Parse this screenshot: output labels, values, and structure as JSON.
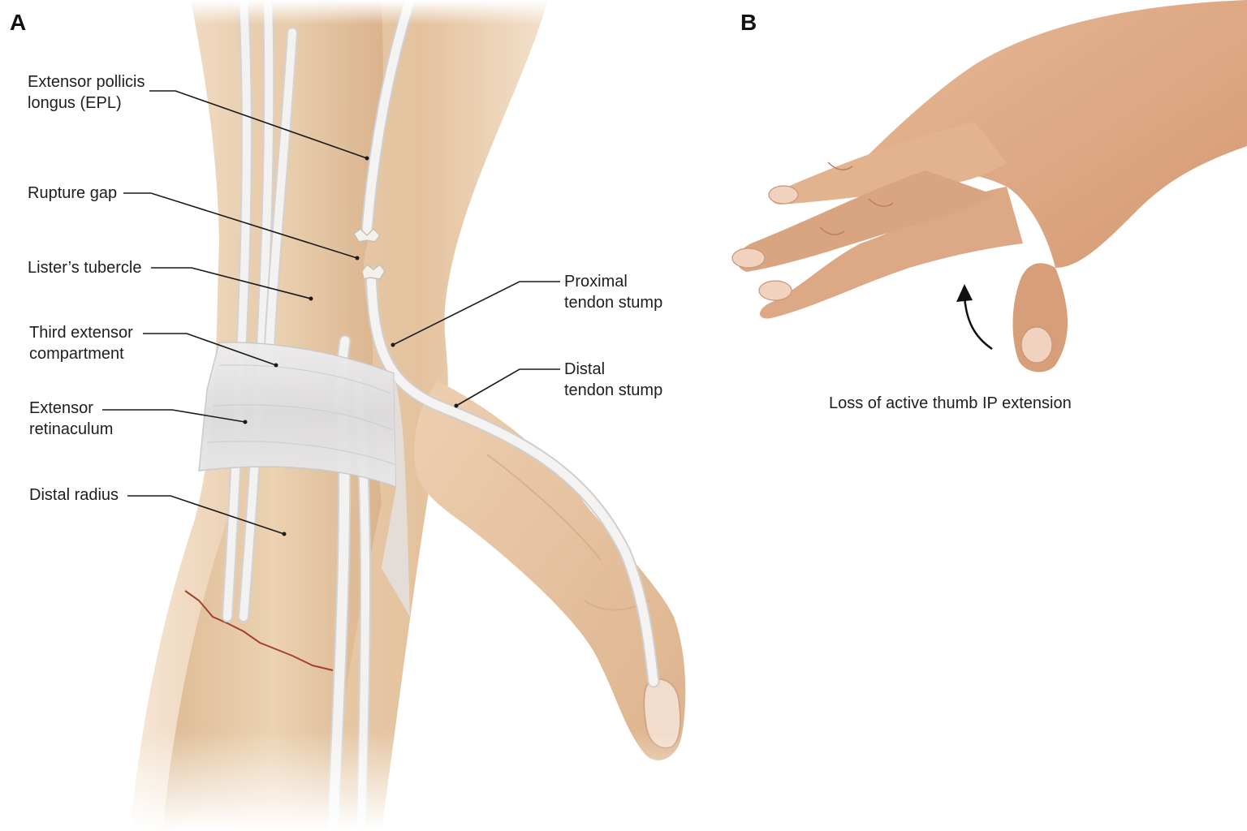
{
  "panels": {
    "a_letter": "A",
    "b_letter": "B"
  },
  "labels": {
    "epl_line1": "Extensor pollicis",
    "epl_line2": "longus (EPL)",
    "rupture_gap": "Rupture gap",
    "listers_tubercle": "Lister’s tubercle",
    "third_line1": "Third extensor",
    "third_line2": "compartment",
    "retinaculum_line1": "Extensor",
    "retinaculum_line2": "retinaculum",
    "distal_radius": "Distal radius",
    "proximal_line1": "Proximal",
    "proximal_line2": "tendon stump",
    "distal_line1": "Distal",
    "distal_line2": "tendon stump"
  },
  "caption": "Loss of active thumb IP extension",
  "colors": {
    "skin": "#e8c9a8",
    "skin_shadow": "#c99a72",
    "bone": "#e3c6a0",
    "tendon": "#f1efec",
    "retinaculum": "#e4e4e6",
    "leader_line": "#1a1a1a"
  }
}
